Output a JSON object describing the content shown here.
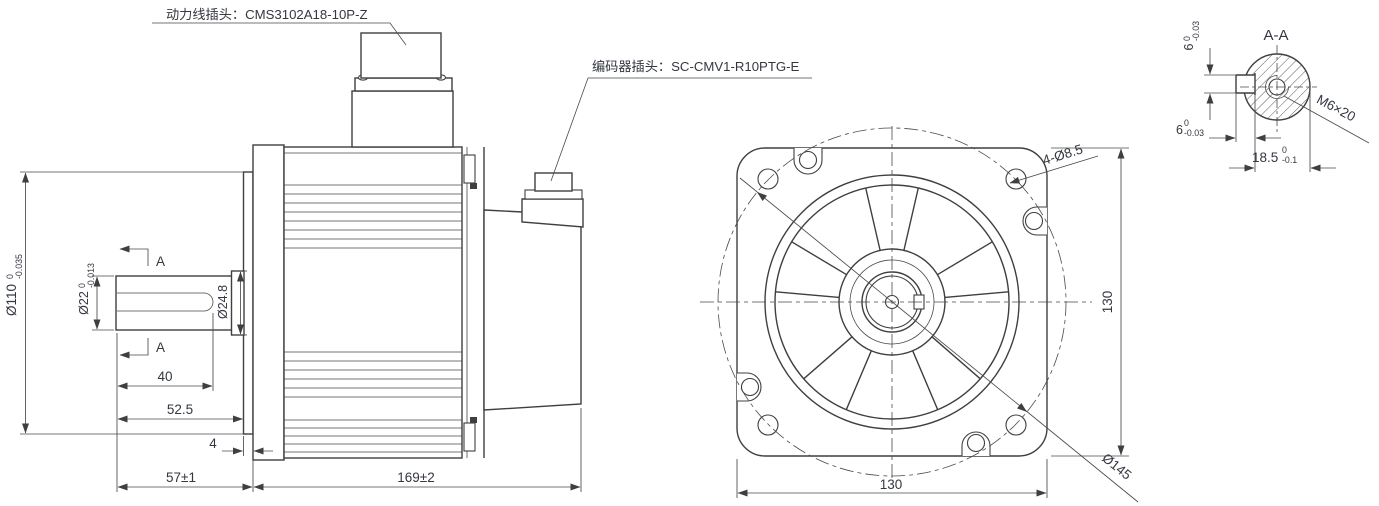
{
  "labels": {
    "power_connector": "动力线插头：CMS3102A18-10P-Z",
    "encoder_connector": "编码器插头：SC-CMV1-R10PTG-E"
  },
  "side_view": {
    "section_label": "A",
    "dims": {
      "pilot_dia": {
        "main": "Ø110",
        "sup": "0",
        "sub": "-0.035"
      },
      "shaft_dia": {
        "main": "Ø22",
        "sup": "0",
        "sub": "-0.013"
      },
      "boss_dia": "Ø24.8",
      "keyway_length": "40",
      "shaft_length": "52.5",
      "pilot_depth": "4",
      "shaft_extension": "57±1",
      "body_length": "169±2"
    }
  },
  "front_view": {
    "dims": {
      "mounting_holes": "4-Ø8.5",
      "flange_width": "130",
      "flange_height": "130",
      "bolt_circle_dia": "Ø145"
    }
  },
  "section_view": {
    "title": "A-A",
    "dims": {
      "key_width": {
        "main": "6",
        "sup": "0",
        "sub": "-0.03"
      },
      "key_depth": {
        "main": "6",
        "sup": "0",
        "sub": "-0.03"
      },
      "flat_height": {
        "main": "18.5",
        "sup": "0",
        "sub": "-0.1"
      },
      "tapped_hole": "M6×20"
    }
  },
  "colors": {
    "line": "#3f3f3f",
    "text": "#333740",
    "background": "#ffffff"
  }
}
